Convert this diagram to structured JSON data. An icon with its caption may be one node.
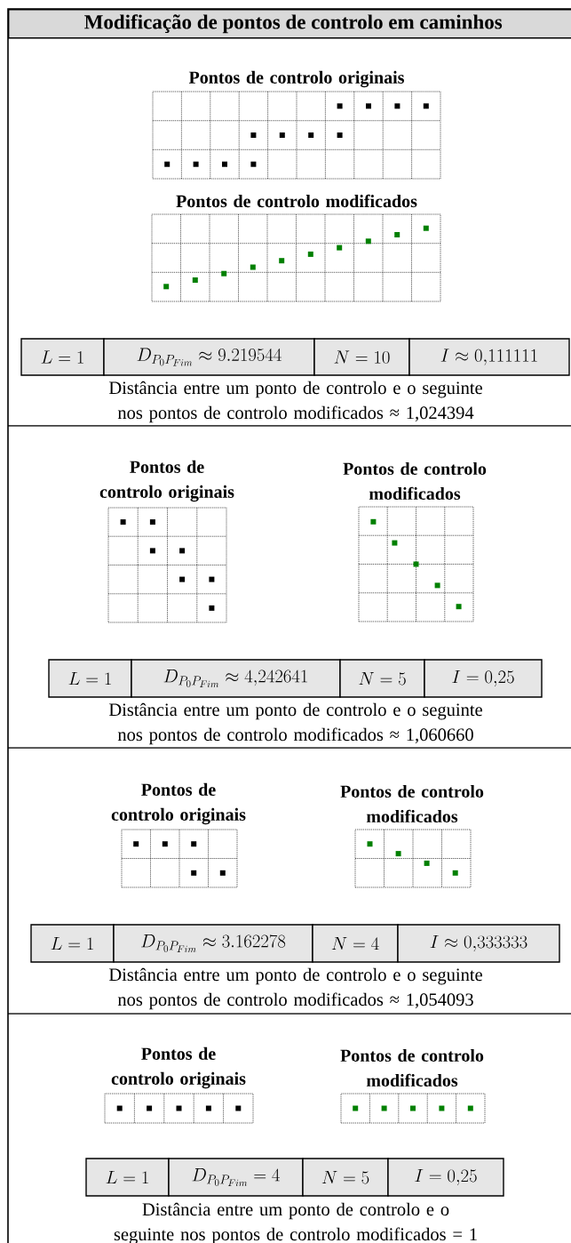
{
  "diagram": {
    "title": "Modificação de pontos de controlo em caminhos",
    "nodes": [
      {
        "text": [
          "Pontos de controlo originais"
        ]
      },
      {
        "text": [
          "Pontos de controlo modificados"
        ]
      },
      {
        "text": [
          "L = 1"
        ]
      },
      {
        "text": [
          "D_{P_0P_{Fim}} \\approx 9.219544"
        ]
      },
      {
        "text": [
          "N = 10"
        ]
      },
      {
        "text": [
          "I \\approx 0{,}111111"
        ]
      },
      {
        "text": [
          "Pontos de controlo originais"
        ]
      },
      {
        "text": [
          "Pontos de controlo modificados"
        ]
      },
      {
        "text": [
          "L = 1"
        ]
      },
      {
        "text": [
          "D_{P_0P_{Fim}} \\approx 4{,}242641"
        ]
      },
      {
        "text": [
          "N = 5"
        ]
      },
      {
        "text": [
          "I = 0{,}25"
        ]
      },
      {
        "text": [
          "Pontos de controlo originais"
        ]
      },
      {
        "text": [
          "Pontos de controlo modificados"
        ]
      },
      {
        "text": [
          "L = 1"
        ]
      },
      {
        "text": [
          "D_{P_0P_{Fim}} \\approx 3.162278"
        ]
      },
      {
        "text": [
          "N = 4"
        ]
      },
      {
        "text": [
          "I \\approx 0{,}333333"
        ]
      },
      {
        "text": [
          "Pontos de controlo originais"
        ]
      },
      {
        "text": [
          "Pontos de controlo modificados"
        ]
      },
      {
        "text": [
          "L = 1"
        ]
      },
      {
        "text": [
          "D_{P_0P_{Fim}} = 4"
        ]
      },
      {
        "text": [
          "N = 5"
        ]
      },
      {
        "text": [
          "I = 0{,}25"
        ]
      }
    ],
    "labels": [
      "Distância entre um ponto de controlo e o seguinte nos pontos de controlo modificados ≈ 1,024394",
      "Distância entre um ponto de controlo e o seguinte nos pontos de controlo modificados ≈ 1,060660",
      "Distância entre um ponto de controlo e o seguinte nos pontos de controlo modificados ≈ 1,054093",
      "Distância entre um ponto de controlo e o seguinte nos pontos de controlo modificados = 1"
    ]
  }
}
